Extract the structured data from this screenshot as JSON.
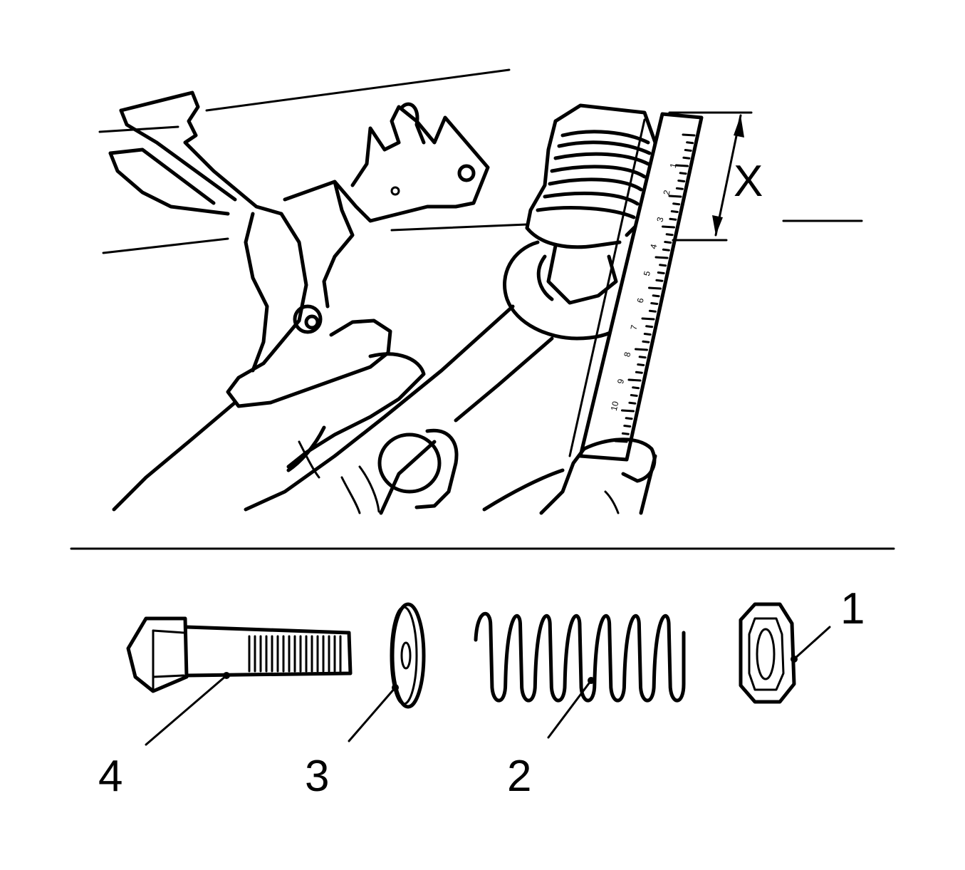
{
  "figure": {
    "dimension_label": "X",
    "callouts": [
      {
        "number": "1",
        "part": "nut-icon"
      },
      {
        "number": "2",
        "part": "spring-icon"
      },
      {
        "number": "3",
        "part": "washer-icon"
      },
      {
        "number": "4",
        "part": "bolt-icon"
      }
    ],
    "ruler_marks": [
      "1",
      "2",
      "3",
      "4",
      "5",
      "6",
      "7",
      "8",
      "9",
      "10"
    ],
    "stroke_color": "#000000",
    "background_color": "#ffffff"
  }
}
